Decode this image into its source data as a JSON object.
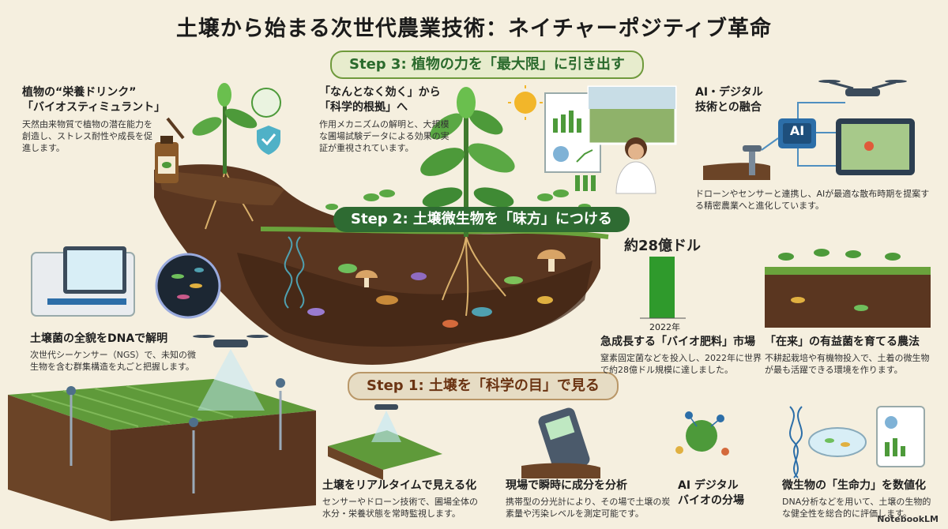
{
  "title": "土壌から始まる次世代農業技術：ネイチャーポジティブ革命",
  "steps": {
    "step3": "Step 3: 植物の力を「最大限」に引き出す",
    "step2": "Step 2: 土壌微生物を「味方」につける",
    "step1": "Step 1: 土壌を「科学の目」で見る"
  },
  "sections": {
    "biostimulant": {
      "heading_line1": "植物の“栄養ドリンク”",
      "heading_line2": "「バイオスティミュラント」",
      "body": "天然由来物質で植物の潜在能力を創造し、ストレス耐性や成長を促進します。"
    },
    "science": {
      "heading_line1": "「なんとなく効く」から",
      "heading_line2": "「科学的根拠」へ",
      "body": "作用メカニズムの解明と、大規模な圃場試験データによる効果の実証が重視されています。"
    },
    "ai_digital": {
      "heading_line1": "AI・デジタル",
      "heading_line2": "技術との融合",
      "ai_chip": "AI",
      "body": "ドローンやセンサーと連携し、AIが最適な散布時期を提案する精密農業へと進化しています。"
    },
    "dna": {
      "heading": "土壌菌の全貌をDNAで解明",
      "body": "次世代シーケンサー（NGS）で、未知の微生物を含む群集構造を丸ごと把握します。"
    },
    "market": {
      "bar_label": "約28億ドル",
      "year": "2022年",
      "heading": "急成長する「バイオ肥料」市場",
      "body": "窒素固定菌などを投入し、2022年に世界で約28億ドル規模に達しました。"
    },
    "native": {
      "heading": "「在来」の有益菌を育てる農法",
      "body": "不耕起栽培や有機物投入で、土着の微生物が最も活躍できる環境を作ります。"
    },
    "realtime": {
      "heading": "土壌をリアルタイムで見える化",
      "body": "センサーやドローン技術で、圃場全体の水分・栄養状態を常時監視します。"
    },
    "analyzer": {
      "heading": "現場で瞬時に成分を分析",
      "body": "携帯型の分光計により、その場で土壌の炭素量や汚染レベルを測定可能です。"
    },
    "ai_bio": {
      "heading_line1": "AI デジタル",
      "heading_line2": "バイオの分場"
    },
    "vitality": {
      "heading": "微生物の「生命力」を数値化",
      "body": "DNA分析などを用いて、土壌の生物的な健全性を総合的に評価します。"
    }
  },
  "logo": "NotebookLM",
  "colors": {
    "background": "#f5efdf",
    "soil": "#5a3620",
    "leaf": "#3f8a34",
    "accent_green": "#2e6b32",
    "bar": "#2f9a2c"
  }
}
